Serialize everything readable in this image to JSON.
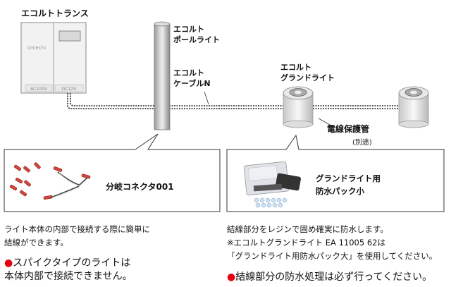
{
  "labels": {
    "transformer": "エコルトトランス",
    "pole_light": [
      "エコルト",
      "ポールライト"
    ],
    "cable": [
      "エコルト",
      "ケーブルN"
    ],
    "ground_light": [
      "エコルト",
      "グランドライト"
    ],
    "conduit": "電線保護管",
    "conduit_note": "(別途)",
    "transformer_panel_left": "AC100V",
    "transformer_panel_right": "DC12V",
    "transformer_logo": "Uniechi"
  },
  "callouts": {
    "connector": {
      "title": "分岐コネクタ001"
    },
    "waterproof_pack": {
      "title": [
        "グランドライト用",
        "防水パック小"
      ]
    }
  },
  "descriptions": {
    "left": [
      "ライト本体の内部で接続する際に簡単に",
      "結線ができます。"
    ],
    "left_warning": {
      "bullet": "●",
      "lines": [
        "スパイクタイプのライトは",
        "本体内部で接続できません。"
      ]
    },
    "right": [
      "結線部分をレジンで固め確実に防水します。",
      "※エコルトグランドライト EA 11005 62は",
      "「グランドライト用防水パック大」を使用してください。"
    ],
    "right_warning": {
      "bullet": "●",
      "text": "結線部分の防水処理は必ず行ってください。"
    }
  },
  "colors": {
    "accent_red": "#e60012",
    "line": "#333333",
    "cable": "#222222"
  }
}
